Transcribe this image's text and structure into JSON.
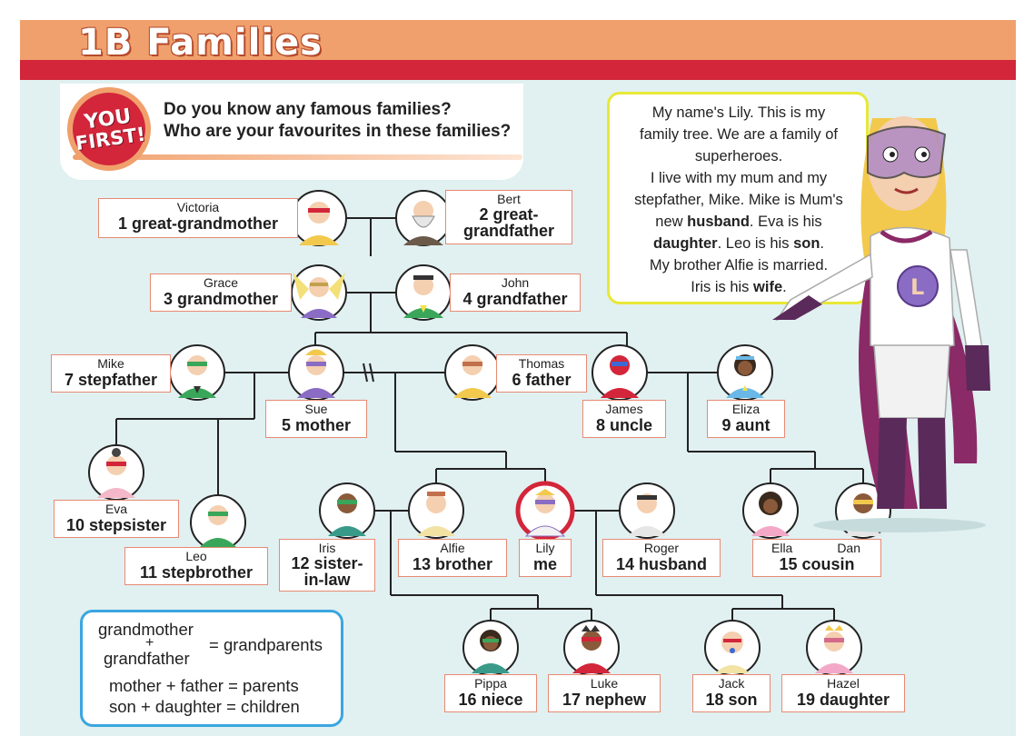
{
  "header": {
    "title": "1B  Families",
    "badge_line1": "YOU",
    "badge_line2": "FIRST!",
    "question1": "Do you know any famous families?",
    "question2": "Who are your favourites in these families?"
  },
  "speech": {
    "line1": "My name's Lily. This is my",
    "line2": "family tree. We are a family of",
    "line3": "superheroes.",
    "line4": "I live with my mum and my",
    "line5": "stepfather, Mike. Mike is Mum's",
    "line6_pre": "new ",
    "line6_bold": "husband",
    "line6_post": ". Eva is his",
    "line7_bold": "daughter",
    "line7_mid": ". Leo is his ",
    "line7_bold2": "son",
    "line7_post": ".",
    "line8": "My brother Alfie is married.",
    "line9_pre": "Iris is his ",
    "line9_bold": "wife",
    "line9_post": "."
  },
  "members": {
    "victoria": {
      "name": "Victoria",
      "role": "1  great-grandmother"
    },
    "bert": {
      "name": "Bert",
      "role_l1": "2  great-",
      "role_l2": "grandfather"
    },
    "grace": {
      "name": "Grace",
      "role": "3  grandmother"
    },
    "john": {
      "name": "John",
      "role": "4  grandfather"
    },
    "mike": {
      "name": "Mike",
      "role": "7  stepfather"
    },
    "sue": {
      "name": "Sue",
      "role": "5  mother"
    },
    "thomas": {
      "name": "Thomas",
      "role": "6  father"
    },
    "james": {
      "name": "James",
      "role": "8  uncle"
    },
    "eliza": {
      "name": "Eliza",
      "role": "9  aunt"
    },
    "eva": {
      "name": "Eva",
      "role": "10  stepsister"
    },
    "leo": {
      "name": "Leo",
      "role": "11  stepbrother"
    },
    "iris": {
      "name": "Iris",
      "role_l1": "12  sister-",
      "role_l2": "in-law"
    },
    "alfie": {
      "name": "Alfie",
      "role": "13  brother"
    },
    "lily": {
      "name": "Lily",
      "role": "me"
    },
    "roger": {
      "name": "Roger",
      "role": "14  husband"
    },
    "ella": {
      "name": "Ella"
    },
    "dan": {
      "name": "Dan"
    },
    "cousin": {
      "role": "15  cousin"
    },
    "pippa": {
      "name": "Pippa",
      "role": "16  niece"
    },
    "luke": {
      "name": "Luke",
      "role": "17  nephew"
    },
    "jack": {
      "name": "Jack",
      "role": "18  son"
    },
    "hazel": {
      "name": "Hazel",
      "role": "19  daughter"
    }
  },
  "legend": {
    "grandmother": "grandmother",
    "plus": "+",
    "grandfather": "grandfather",
    "grandparents": "= grandparents",
    "parents": "mother + father = parents",
    "children": "son + daughter = children"
  },
  "colors": {
    "header_orange": "#f0a06c",
    "header_red": "#d3263a",
    "background": "#e1f0f1",
    "label_border": "#e88a73",
    "speech_border": "#e8e838",
    "legend_border": "#3aa6e0",
    "lily_ring": "#d3263a"
  }
}
